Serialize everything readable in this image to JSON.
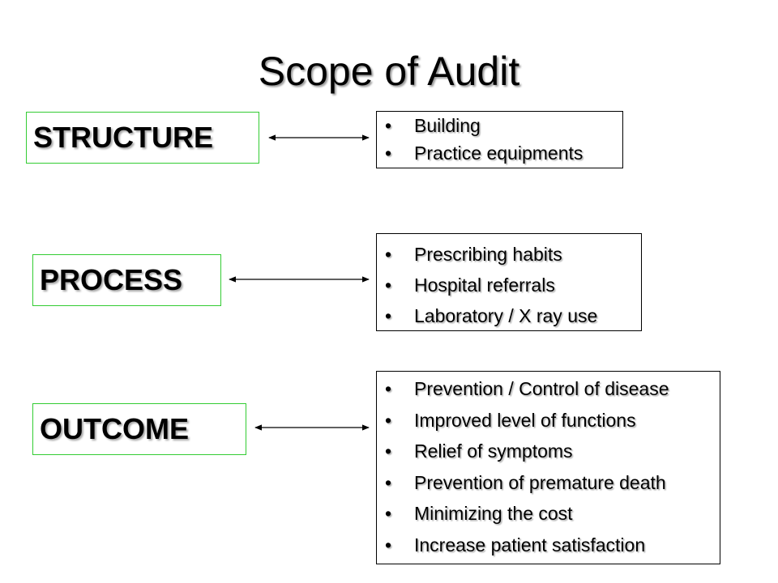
{
  "title": "Scope of Audit",
  "rows": [
    {
      "term": "STRUCTURE",
      "items": [
        "Building",
        "Practice equipments"
      ]
    },
    {
      "term": "PROCESS",
      "items": [
        "Prescribing habits",
        "Hospital referrals",
        "Laboratory / X ray use"
      ]
    },
    {
      "term": "OUTCOME",
      "items": [
        "Prevention / Control of disease",
        "Improved level of functions",
        "Relief of symptoms",
        "Prevention of premature death",
        "Minimizing the cost",
        "Increase patient satisfaction"
      ]
    }
  ],
  "colors": {
    "term_border": "#33cc33",
    "box_border": "#000000"
  }
}
